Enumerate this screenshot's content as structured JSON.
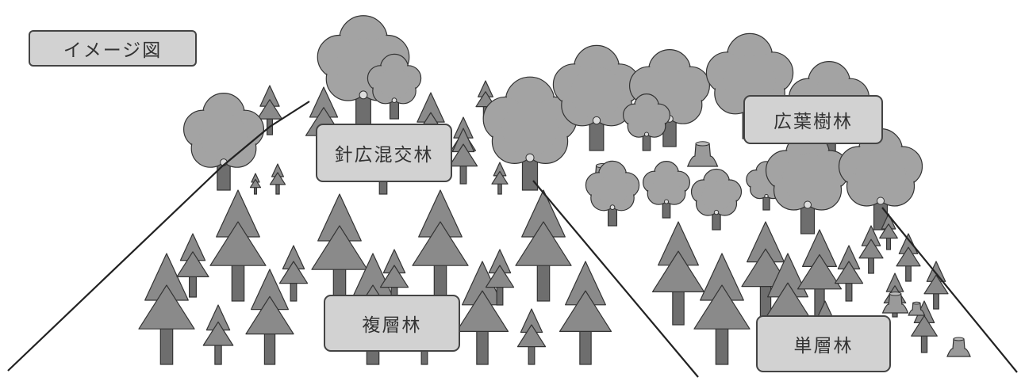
{
  "title": "イメージ図",
  "labels": {
    "mixed_forest": "針広混交林",
    "broadleaf_forest": "広葉樹林",
    "multilayer_forest": "複層林",
    "single_layer_forest": "単層林"
  },
  "colors": {
    "conifer_fill": "#8a8a8a",
    "broadleaf_fill": "#a3a3a3",
    "trunk_fill": "#6e6e6e",
    "label_fill": "#d2d2d2",
    "outline": "#333333"
  },
  "icons": [
    "conifer-tree-icon",
    "broadleaf-tree-icon",
    "tree-stump-icon"
  ]
}
